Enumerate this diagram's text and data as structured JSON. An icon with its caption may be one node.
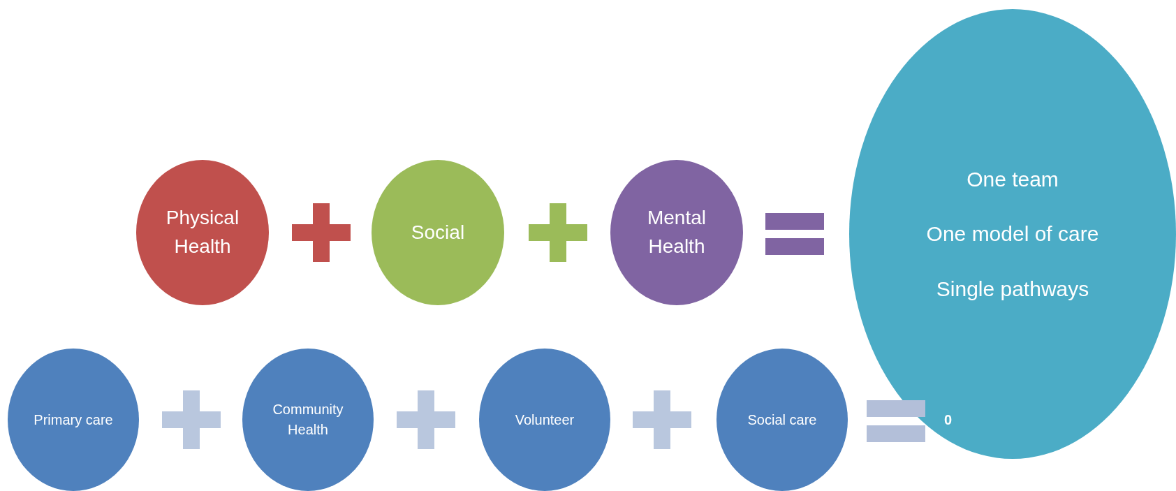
{
  "diagram": {
    "nodes": [
      {
        "text": [
          "Physical Health"
        ]
      },
      {
        "text": [
          "Social"
        ]
      },
      {
        "text": [
          "Mental Health"
        ]
      },
      {
        "text": [
          "One team",
          "One model of care",
          "Single pathways"
        ]
      },
      {
        "text": [
          "Primary care"
        ]
      },
      {
        "text": [
          "Community Health"
        ]
      },
      {
        "text": [
          "Volunteer"
        ]
      },
      {
        "text": [
          "Social care"
        ]
      }
    ],
    "labels": [
      "0"
    ]
  }
}
